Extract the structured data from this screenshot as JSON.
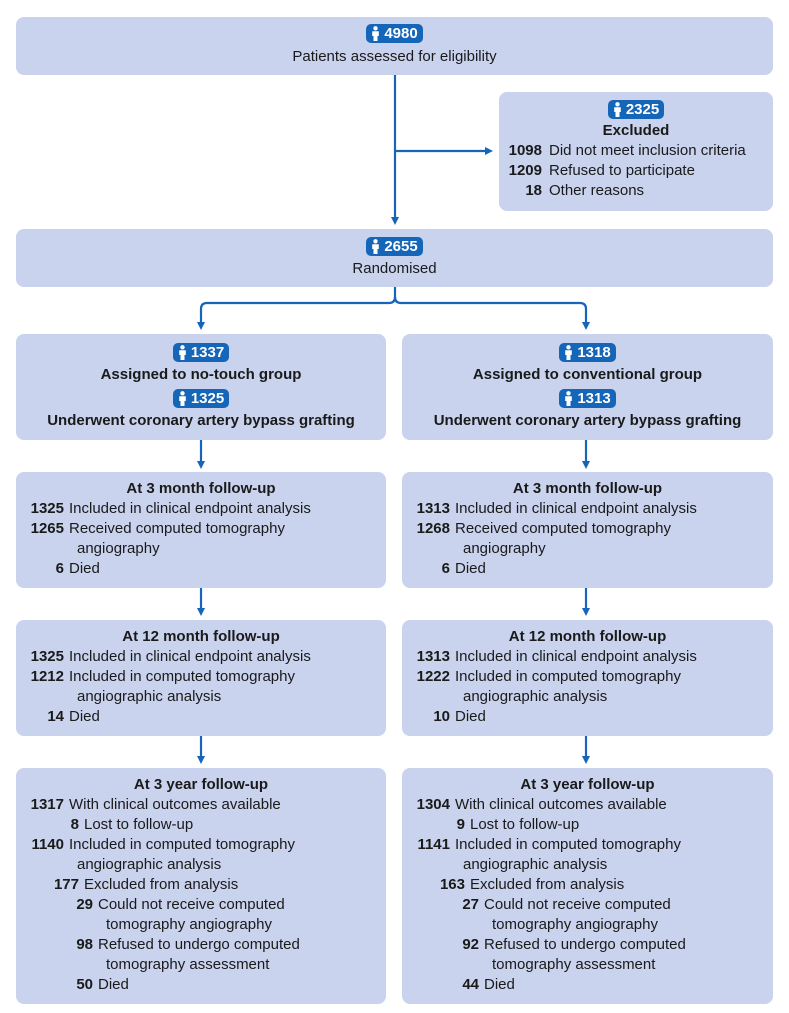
{
  "assessed": {
    "count": "4980",
    "label": "Patients assessed for eligibility"
  },
  "excluded": {
    "count": "2325",
    "title": "Excluded",
    "items": [
      {
        "num": "1098",
        "text": "Did not meet inclusion criteria"
      },
      {
        "num": "1209",
        "text": "Refused to participate"
      },
      {
        "num": "18",
        "text": "Other reasons"
      }
    ]
  },
  "randomised": {
    "count": "2655",
    "label": "Randomised"
  },
  "notouch": {
    "assigned_count": "1337",
    "assigned_label": "Assigned to no-touch group",
    "cabg_count": "1325",
    "cabg_label": "Underwent coronary artery bypass grafting",
    "fu3m": {
      "title": "At 3 month follow-up",
      "rows": [
        {
          "num": "1325",
          "l1": "Included in clinical endpoint analysis"
        },
        {
          "num": "1265",
          "l1": "Received computed tomography",
          "l2": "angiography"
        },
        {
          "num": "6",
          "l1": "Died"
        }
      ]
    },
    "fu12m": {
      "title": "At 12 month follow-up",
      "rows": [
        {
          "num": "1325",
          "l1": "Included in clinical endpoint analysis"
        },
        {
          "num": "1212",
          "l1": "Included in computed tomography",
          "l2": "angiographic analysis"
        },
        {
          "num": "14",
          "l1": "Died"
        }
      ]
    },
    "fu3y": {
      "title": "At 3 year follow-up",
      "rows": [
        {
          "num": "1317",
          "l1": "With clinical outcomes available"
        },
        {
          "num": "8",
          "l1": "Lost to follow-up"
        },
        {
          "num": "1140",
          "l1": "Included in computed tomography",
          "l2": "angiographic analysis"
        },
        {
          "num": "177",
          "l1": "Excluded from analysis"
        },
        {
          "num": "29",
          "l1": "Could not receive computed",
          "l2": "tomography angiography"
        },
        {
          "num": "98",
          "l1": "Refused to undergo computed",
          "l2": "tomography assessment"
        },
        {
          "num": "50",
          "l1": "Died"
        }
      ]
    }
  },
  "conventional": {
    "assigned_count": "1318",
    "assigned_label": "Assigned to conventional group",
    "cabg_count": "1313",
    "cabg_label": "Underwent coronary artery bypass grafting",
    "fu3m": {
      "title": "At 3 month follow-up",
      "rows": [
        {
          "num": "1313",
          "l1": "Included in clinical endpoint analysis"
        },
        {
          "num": "1268",
          "l1": "Received computed tomography",
          "l2": "angiography"
        },
        {
          "num": "6",
          "l1": "Died"
        }
      ]
    },
    "fu12m": {
      "title": "At 12 month follow-up",
      "rows": [
        {
          "num": "1313",
          "l1": "Included in clinical endpoint analysis"
        },
        {
          "num": "1222",
          "l1": "Included in computed tomography",
          "l2": "angiographic analysis"
        },
        {
          "num": "10",
          "l1": "Died"
        }
      ]
    },
    "fu3y": {
      "title": "At 3 year follow-up",
      "rows": [
        {
          "num": "1304",
          "l1": "With clinical outcomes available"
        },
        {
          "num": "9",
          "l1": "Lost to follow-up"
        },
        {
          "num": "1141",
          "l1": "Included in computed tomography",
          "l2": "angiographic analysis"
        },
        {
          "num": "163",
          "l1": "Excluded from analysis"
        },
        {
          "num": "27",
          "l1": "Could not receive computed",
          "l2": "tomography angiography"
        },
        {
          "num": "92",
          "l1": "Refused to undergo computed",
          "l2": "tomography assessment"
        },
        {
          "num": "44",
          "l1": "Died"
        }
      ]
    }
  },
  "colors": {
    "box": "#c9d3ee",
    "badge": "#1565b8",
    "arrow": "#1565b8"
  },
  "icons": {
    "person": "person-icon"
  }
}
